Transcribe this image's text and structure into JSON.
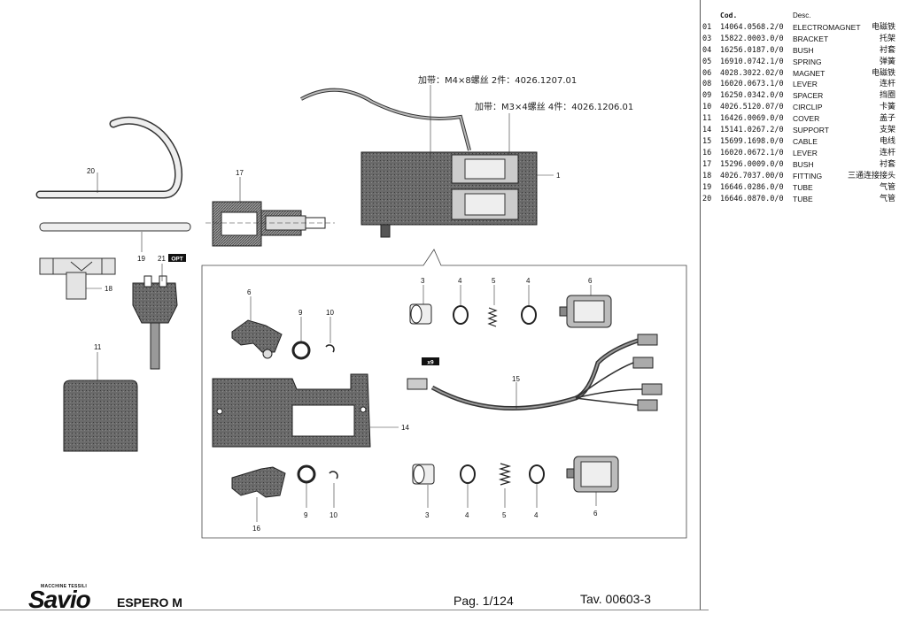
{
  "drawing": {
    "note_top": "加带：M4×8螺丝 2件：4026.1207.01",
    "note_bottom": "加带：M3×4螺丝 4件：4026.1206.01",
    "opt_badge": "OPT",
    "x9_badge": "x9",
    "callouts": {
      "c1": "1",
      "c17": "17",
      "c20": "20",
      "c19": "19",
      "c21": "21",
      "c18": "18",
      "c11": "11",
      "c3a": "3",
      "c4a": "4",
      "c5a": "5",
      "c4b": "4",
      "c6a": "6",
      "c6b": "6",
      "c9a": "9",
      "c10a": "10",
      "c15": "15",
      "c14": "14",
      "c3b": "3",
      "c4c": "4",
      "c5b": "5",
      "c4d": "4",
      "c6c": "6",
      "c16": "16",
      "c9b": "9",
      "c10b": "10"
    }
  },
  "parts_table": {
    "header_code": "Cod.",
    "header_desc": "Desc.",
    "rows": [
      {
        "num": "01",
        "code": "14064.0568.2/0",
        "desc": "ELECTROMAGNET",
        "zh": "电磁铁"
      },
      {
        "num": "03",
        "code": "15822.0003.0/0",
        "desc": "BRACKET",
        "zh": "托架"
      },
      {
        "num": "04",
        "code": "16256.0187.0/0",
        "desc": "BUSH",
        "zh": "衬套"
      },
      {
        "num": "05",
        "code": "16910.0742.1/0",
        "desc": "SPRING",
        "zh": "弹簧"
      },
      {
        "num": "06",
        "code": "4028.3022.02/0",
        "desc": "MAGNET",
        "zh": "电磁铁"
      },
      {
        "num": "08",
        "code": "16020.0673.1/0",
        "desc": "LEVER",
        "zh": "连杆"
      },
      {
        "num": "09",
        "code": "16250.0342.0/0",
        "desc": "SPACER",
        "zh": "挡圈"
      },
      {
        "num": "10",
        "code": "4026.5120.07/0",
        "desc": "CIRCLIP",
        "zh": "卡簧"
      },
      {
        "num": "11",
        "code": "16426.0069.0/0",
        "desc": "COVER",
        "zh": "盖子"
      },
      {
        "num": "14",
        "code": "15141.0267.2/0",
        "desc": "SUPPORT",
        "zh": "支架"
      },
      {
        "num": "15",
        "code": "15699.1698.0/0",
        "desc": "CABLE",
        "zh": "电线"
      },
      {
        "num": "16",
        "code": "16020.0672.1/0",
        "desc": "LEVER",
        "zh": "连杆"
      },
      {
        "num": "17",
        "code": "15296.0009.0/0",
        "desc": "BUSH",
        "zh": "衬套"
      },
      {
        "num": "18",
        "code": "4026.7037.00/0",
        "desc": "FITTING",
        "zh": "三通连接接头"
      },
      {
        "num": "19",
        "code": "16646.0286.0/0",
        "desc": "TUBE",
        "zh": "气管"
      },
      {
        "num": "20",
        "code": "16646.0870.0/0",
        "desc": "TUBE",
        "zh": "气管"
      }
    ]
  },
  "footer": {
    "logo_small": "MACCHINE TESSILI",
    "logo": "Savio",
    "model": "ESPERO M",
    "page": "Pag. 1/124",
    "tav": "Tav. 00603-3"
  }
}
